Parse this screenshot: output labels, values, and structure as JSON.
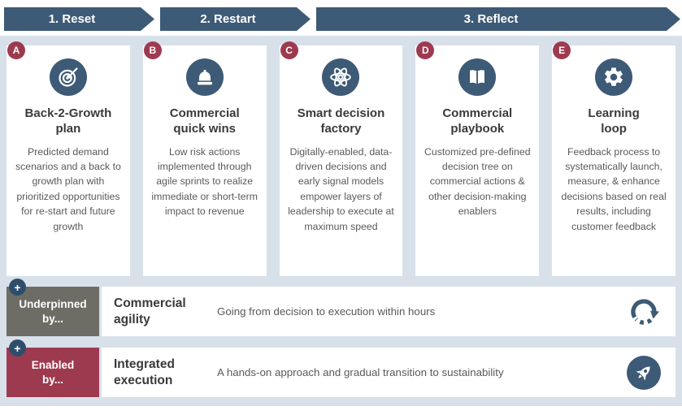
{
  "colors": {
    "blue": "#3d5a76",
    "plusblue": "#2f4d6b",
    "maroon": "#9e3a50",
    "gray": "#6d6d66",
    "bg": "#d8e1ea",
    "title": "#3a3a3a",
    "body": "#595959"
  },
  "phases": [
    {
      "label": "1. Reset"
    },
    {
      "label": "2. Restart"
    },
    {
      "label": "3. Reflect"
    }
  ],
  "cards": [
    {
      "badge": "A",
      "icon": "target-icon",
      "title": "Back-2-Growth\nplan",
      "body": "Predicted demand scenarios and a back to growth plan with prioritized opportunities for re-start and future growth"
    },
    {
      "badge": "B",
      "icon": "bell-icon",
      "title": "Commercial\nquick wins",
      "body": "Low risk actions implemented through agile sprints to realize immediate or short-term impact to revenue"
    },
    {
      "badge": "C",
      "icon": "atom-icon",
      "title": "Smart decision\nfactory",
      "body": "Digitally-enabled, data-driven decisions and early signal models empower layers of leadership to execute at maximum speed"
    },
    {
      "badge": "D",
      "icon": "open-book-icon",
      "title": "Commercial\nplaybook",
      "body": "Customized pre-defined decision tree on commercial actions & other decision-making enablers"
    },
    {
      "badge": "E",
      "icon": "gear-icon",
      "title": "Learning\nloop",
      "body": "Feedback process to systematically launch, measure, & enhance decisions based on real results, including customer feedback"
    }
  ],
  "rows": [
    {
      "plus": "+",
      "label": "Underpinned\nby...",
      "heading": "Commercial\nagility",
      "text": "Going from decision to execution within hours",
      "icon": "cycle-refresh-icon"
    },
    {
      "plus": "+",
      "label": "Enabled\nby...",
      "heading": "Integrated\nexecution",
      "text": "A hands-on approach and gradual transition to sustainability",
      "icon": "rocket-icon"
    }
  ]
}
